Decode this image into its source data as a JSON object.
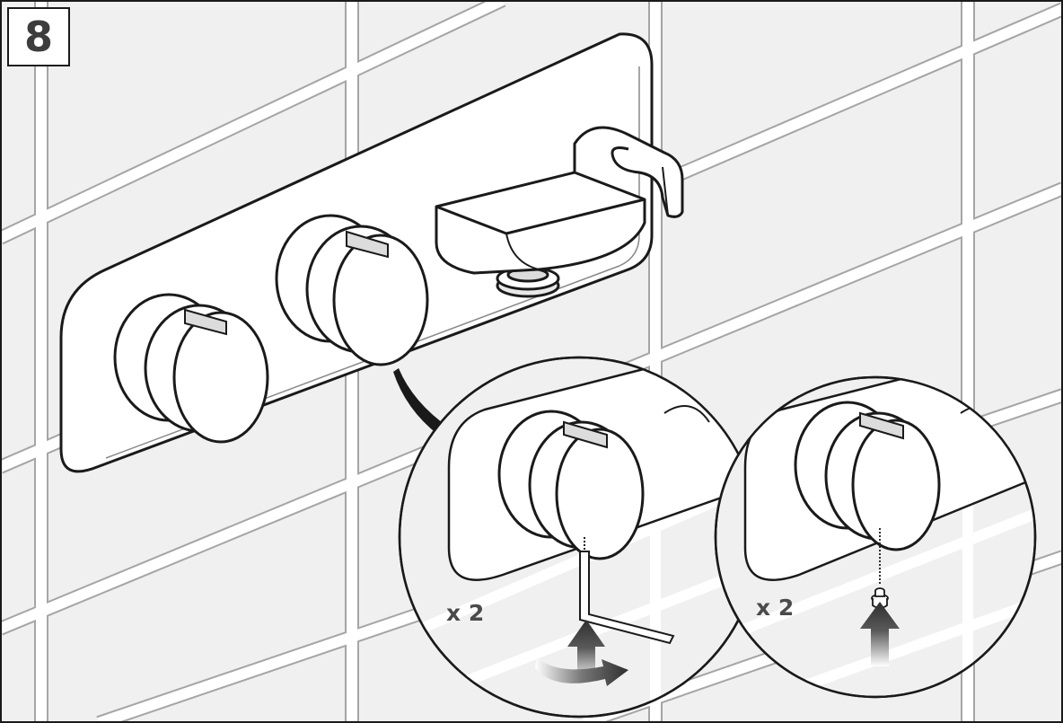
{
  "step": {
    "number": "8"
  },
  "details": [
    {
      "quantity_label": "x 2",
      "tool": "hex-key-icon",
      "action": "insert-and-turn"
    },
    {
      "quantity_label": "x 2",
      "tool": "screw-icon",
      "action": "insert"
    }
  ],
  "colors": {
    "line": "#1a1a1a",
    "tile_grout": "#ffffff",
    "tile": "#f0f0f0",
    "tile_edge": "#9a9a9a",
    "arrow": "#3a3a3a"
  }
}
